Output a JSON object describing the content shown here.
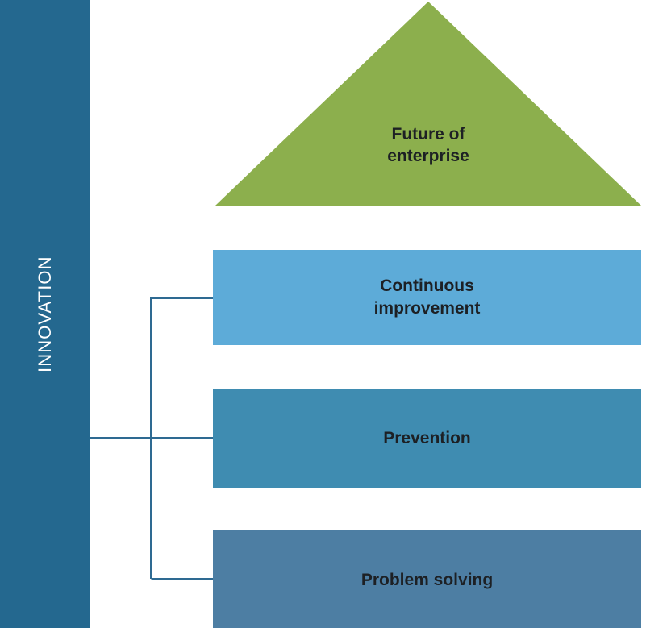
{
  "diagram": {
    "sidebar": {
      "label": "INNOVATION",
      "color": "#24688F",
      "text_color": "#FFFFFF"
    },
    "roof": {
      "label": "Future of enterprise",
      "line1": "Future of",
      "line2": "enterprise",
      "color": "#8CAF4D",
      "shape": "triangle"
    },
    "layers": [
      {
        "label": "Continuous improvement",
        "line1": "Continuous",
        "line2": "improvement",
        "color": "#5DABD8"
      },
      {
        "label": "Prevention",
        "line1": "Prevention",
        "line2": "",
        "color": "#3F8CB1"
      },
      {
        "label": "Problem solving",
        "line1": "Problem solving",
        "line2": "",
        "color": "#4D7EA3"
      }
    ],
    "connector": {
      "color": "#2E6A92",
      "description": "bracket linking innovation band to three layers"
    },
    "text_color": "#1D2024",
    "background": "#FFFFFF"
  }
}
